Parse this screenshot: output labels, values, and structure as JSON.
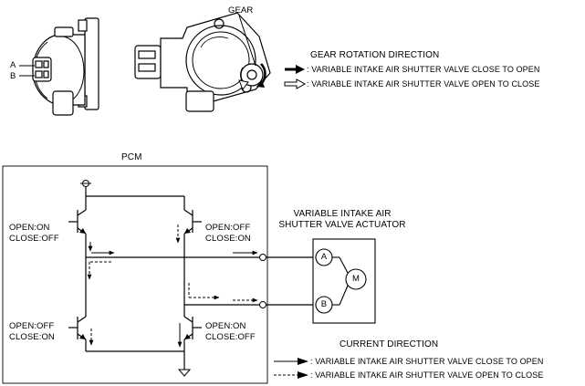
{
  "connector_pins": {
    "a": "A",
    "b": "B"
  },
  "gear_label": "GEAR",
  "gear_legend": {
    "title": "GEAR ROTATION DIRECTION",
    "solid": ": VARIABLE INTAKE AIR SHUTTER VALVE CLOSE TO OPEN",
    "hollow": ": VARIABLE INTAKE AIR SHUTTER VALVE OPEN TO CLOSE"
  },
  "pcm_label": "PCM",
  "actuator": {
    "title_line1": "VARIABLE INTAKE AIR",
    "title_line2": "SHUTTER VALVE ACTUATOR",
    "terminal_a": "A",
    "terminal_b": "B",
    "motor": "M"
  },
  "transistors": {
    "top_left": {
      "line1": "OPEN:ON",
      "line2": "CLOSE:OFF"
    },
    "top_right": {
      "line1": "OPEN:OFF",
      "line2": "CLOSE:ON"
    },
    "bottom_left": {
      "line1": "OPEN:OFF",
      "line2": "CLOSE:ON"
    },
    "bottom_right": {
      "line1": "OPEN:ON",
      "line2": "CLOSE:OFF"
    }
  },
  "current_legend": {
    "title": "CURRENT DIRECTION",
    "solid": ": VARIABLE INTAKE AIR SHUTTER VALVE CLOSE TO OPEN",
    "dashed": ": VARIABLE INTAKE AIR SHUTTER VALVE OPEN TO CLOSE"
  }
}
